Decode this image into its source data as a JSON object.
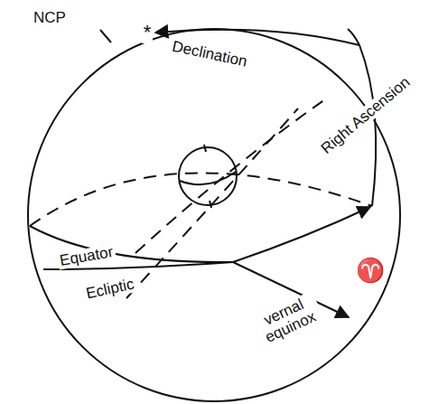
{
  "diagram": {
    "labels": [
      "NCP",
      "*",
      "Declination",
      "Right Ascension",
      "Equator",
      "Ecliptic",
      "vernal equinox",
      "♈"
    ]
  }
}
